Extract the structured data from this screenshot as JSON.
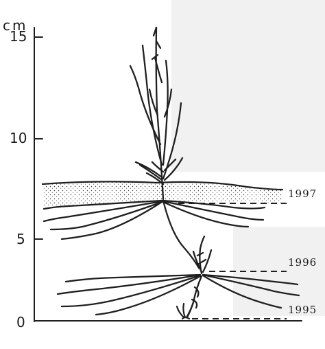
{
  "axis": {
    "unit": "cm",
    "ticks": [
      "15",
      "10",
      "5",
      "0"
    ]
  },
  "layers": [
    {
      "year": "1997"
    },
    {
      "year": "1996"
    },
    {
      "year": "1995"
    }
  ]
}
